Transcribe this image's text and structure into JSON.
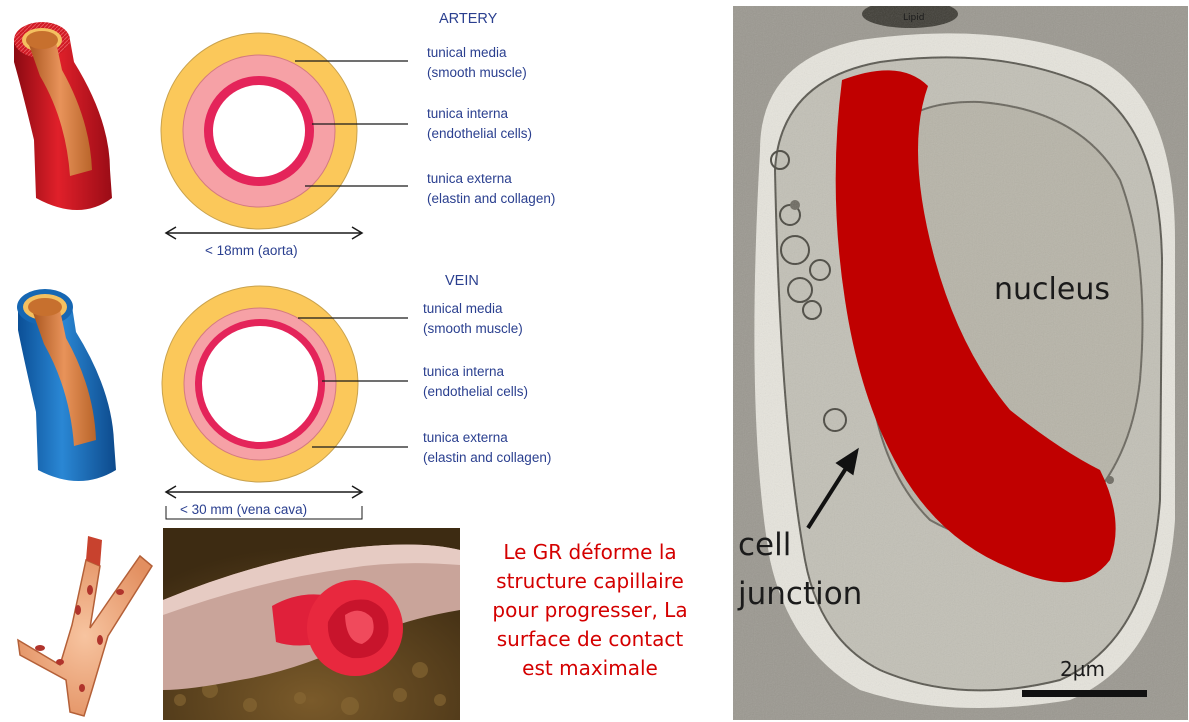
{
  "artery": {
    "title": "ARTERY",
    "labels": [
      {
        "line1": "tunical media",
        "line2": "(smooth muscle)"
      },
      {
        "line1": "tunica interna",
        "line2": "(endothelial cells)"
      },
      {
        "line1": "tunica externa",
        "line2": "(elastin and collagen)"
      }
    ],
    "diameter": "< 18mm (aorta)"
  },
  "vein": {
    "title": "VEIN",
    "labels": [
      {
        "line1": "tunical media",
        "line2": "(smooth muscle)"
      },
      {
        "line1": "tunica interna",
        "line2": "(endothelial cells)"
      },
      {
        "line1": "tunica externa",
        "line2": "(elastin and collagen)"
      }
    ],
    "diameter": "< 30 mm (vena cava)"
  },
  "caption": {
    "lines": [
      "Le GR déforme  la",
      "structure capillaire",
      "pour progresser,  La",
      "surface  de contact",
      "est maximale"
    ]
  },
  "micrograph": {
    "top_label": "Lipid",
    "nucleus_label": "nucleus",
    "junction_label_1": "cell",
    "junction_label_2": "junction",
    "scale_label": "2µm"
  },
  "colors": {
    "externa": "#fbc85a",
    "media": "#f6a1a6",
    "interna": "#e4245a",
    "label_blue": "#2a3f8f",
    "caption_red": "#d40000",
    "rbc_red": "#c00000"
  }
}
